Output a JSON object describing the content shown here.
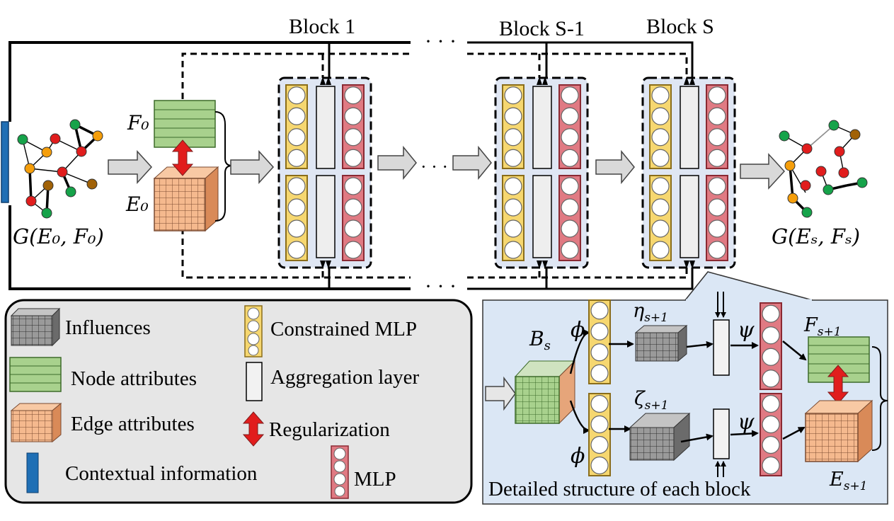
{
  "blocks": {
    "first_label": "Block 1",
    "middle_label": "Block S-1",
    "last_label": "Block S",
    "gap_dots": "· · ·"
  },
  "input_graph": {
    "label": "G(E₀, F₀)",
    "f0_label": "F₀",
    "e0_label": "E₀"
  },
  "output_graph": {
    "label": "G(Eₛ, Fₛ)"
  },
  "legend": {
    "items": [
      {
        "label": "Influences",
        "icon": "influences-cube-icon"
      },
      {
        "label": "Node attributes",
        "icon": "node-attributes-icon"
      },
      {
        "label": "Edge attributes",
        "icon": "edge-attributes-cube-icon"
      },
      {
        "label": "Contextual information",
        "icon": "contextual-bar-icon"
      },
      {
        "label": "Constrained MLP",
        "icon": "constrained-mlp-icon"
      },
      {
        "label": "Aggregation layer",
        "icon": "aggregation-layer-icon"
      },
      {
        "label": "Regularization",
        "icon": "double-arrow-icon"
      },
      {
        "label": "MLP",
        "icon": "mlp-icon"
      }
    ]
  },
  "detail": {
    "caption": "Detailed structure of each block",
    "bs_label": "B",
    "bs_sub": "s",
    "phi": "ϕ",
    "psi": "ψ",
    "eta": "η",
    "zeta": "ζ",
    "sub_s1": "s+1",
    "f_next": "F",
    "e_next": "E"
  },
  "colors": {
    "yellow": "#f6d770",
    "red_mlp": "#e07a83",
    "green": "#a8d18d",
    "orange": "#f5b98e",
    "blue_ctx": "#1f6fb5",
    "block_bg": "#dfe6f3",
    "detail_bg": "#dbe7f5",
    "legend_bg": "#e6e6e6"
  }
}
